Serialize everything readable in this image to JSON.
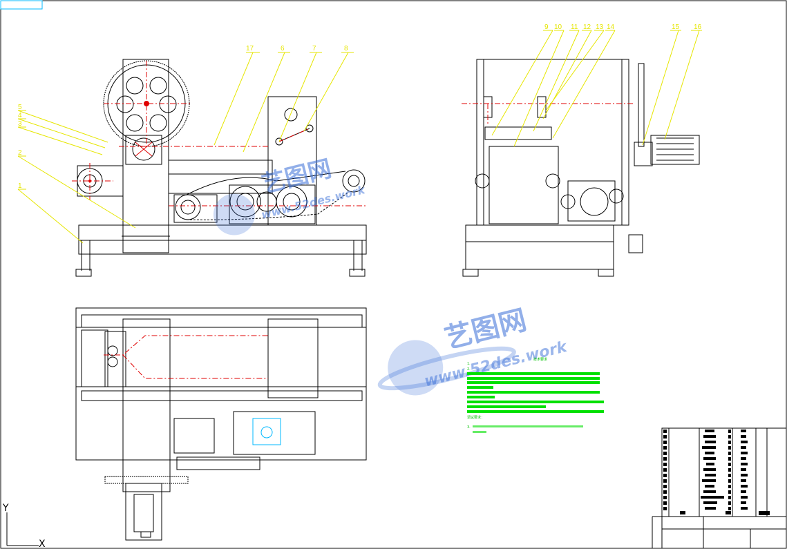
{
  "callouts": {
    "front": [
      "5",
      "4",
      "3",
      "2",
      "1",
      "17",
      "6",
      "7",
      "8"
    ],
    "side": [
      "9",
      "10",
      "11",
      "12",
      "13",
      "14",
      "15",
      "16"
    ]
  },
  "watermark": {
    "brand": "艺图网",
    "url": "www.52des.work"
  },
  "notes": {
    "title": "技术要求",
    "line1": "1.",
    "line2": "2.",
    "section": "调试要求：",
    "line3": "3."
  },
  "title_block": {
    "name": "",
    "sheet": ""
  },
  "axes": {
    "y": "Y",
    "x": "X"
  },
  "colors": {
    "line": "#000000",
    "center": "#e00000",
    "callout": "#e6e600",
    "watermark": "#3a6fd8",
    "note": "#00e000",
    "detail": "#00b8ff"
  }
}
